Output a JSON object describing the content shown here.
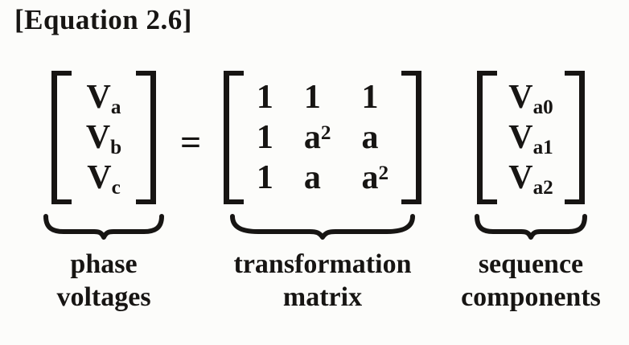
{
  "title": "[Equation 2.6]",
  "equation": {
    "equals_sign": "=",
    "phase_vector": {
      "entries": [
        {
          "base": "V",
          "sub": "a"
        },
        {
          "base": "V",
          "sub": "b"
        },
        {
          "base": "V",
          "sub": "c"
        }
      ],
      "label_line1": "phase",
      "label_line2": "voltages"
    },
    "transformation_matrix": {
      "rows": [
        [
          {
            "base": "1",
            "sup": ""
          },
          {
            "base": "1",
            "sup": ""
          },
          {
            "base": "1",
            "sup": ""
          }
        ],
        [
          {
            "base": "1",
            "sup": ""
          },
          {
            "base": "a",
            "sup": "2"
          },
          {
            "base": "a",
            "sup": ""
          }
        ],
        [
          {
            "base": "1",
            "sup": ""
          },
          {
            "base": "a",
            "sup": ""
          },
          {
            "base": "a",
            "sup": "2"
          }
        ]
      ],
      "label_line1": "transformation",
      "label_line2": "matrix"
    },
    "sequence_vector": {
      "entries": [
        {
          "base": "V",
          "sub": "a0"
        },
        {
          "base": "V",
          "sub": "a1"
        },
        {
          "base": "V",
          "sub": "a2"
        }
      ],
      "label_line1": "sequence",
      "label_line2": "components"
    }
  },
  "colors": {
    "ink": "#171513",
    "background": "#fcfcfa"
  }
}
